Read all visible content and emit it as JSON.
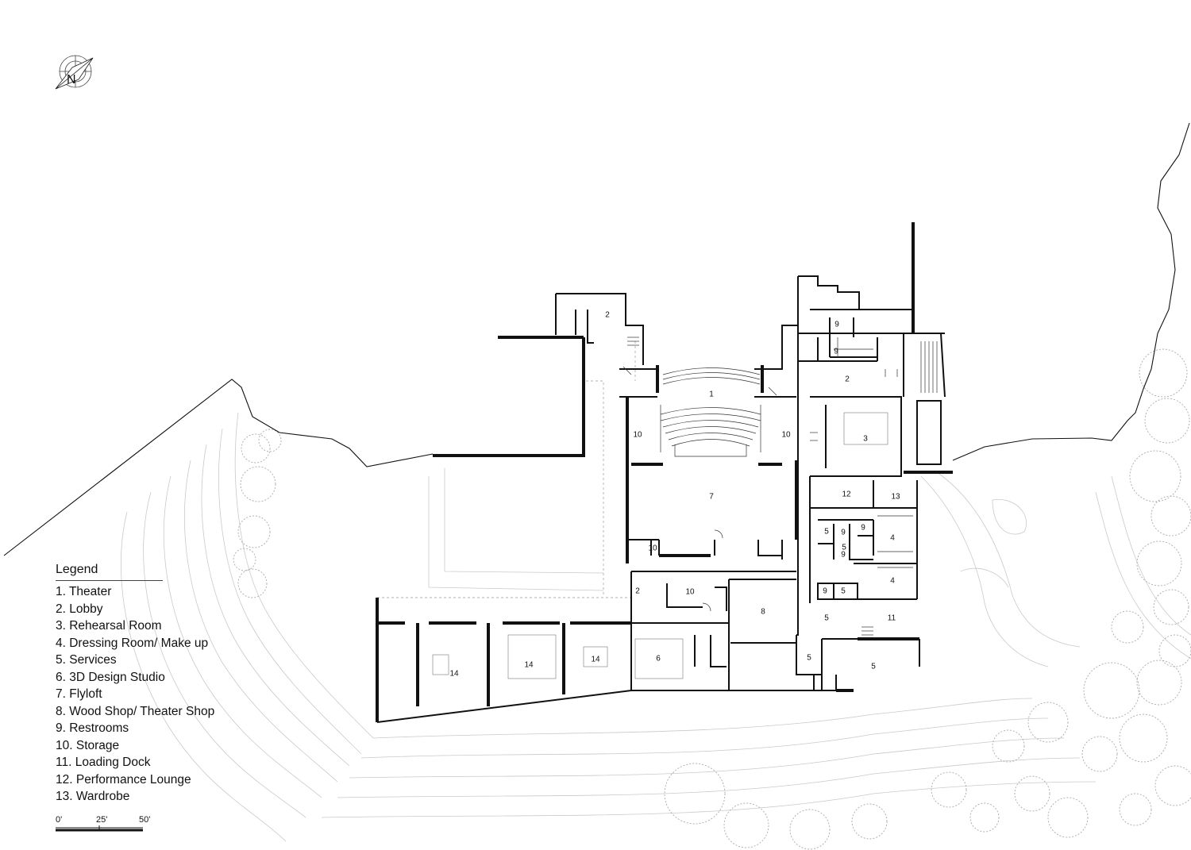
{
  "north_label": "N",
  "legend": {
    "title": "Legend",
    "items": [
      "1. Theater",
      "2. Lobby",
      "3. Rehearsal Room",
      "4. Dressing Room/ Make up",
      "5. Services",
      "6. 3D Design Studio",
      "7. Flyloft",
      "8. Wood Shop/ Theater Shop",
      "9. Restrooms",
      "10. Storage",
      "11. Loading Dock",
      "12. Performance Lounge",
      "13. Wardrobe"
    ]
  },
  "scale": {
    "labels": [
      "0'",
      "25'",
      "50'"
    ]
  },
  "room_labels": [
    "1",
    "2",
    "2",
    "2",
    "3",
    "4",
    "4",
    "5",
    "5",
    "5",
    "5",
    "5",
    "5",
    "6",
    "7",
    "8",
    "9",
    "9",
    "9",
    "9",
    "9",
    "9",
    "10",
    "10",
    "10",
    "10",
    "11",
    "12",
    "13",
    "14",
    "14",
    "14"
  ]
}
